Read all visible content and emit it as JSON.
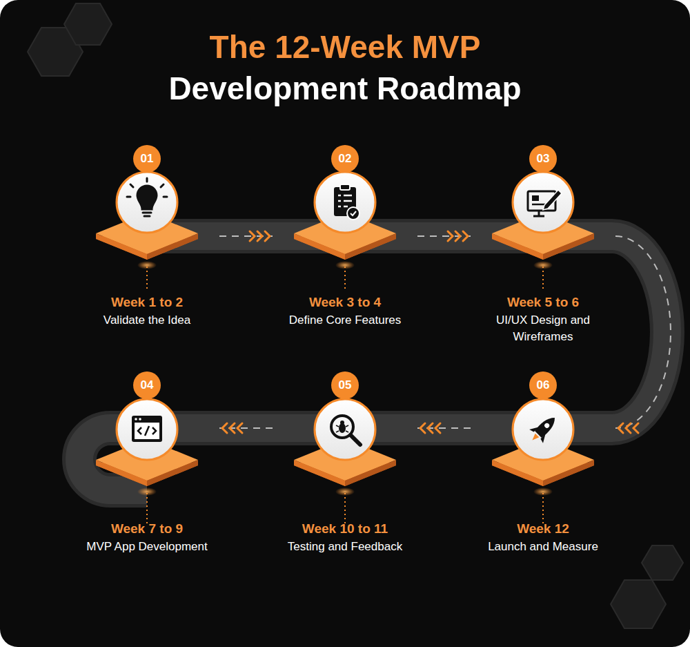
{
  "diagram": {
    "title": "The 12-Week MVP Development Roadmap",
    "nodes": [
      {
        "text": [
          "01",
          "Week 1 to 2",
          "Validate the Idea"
        ]
      },
      {
        "text": [
          "02",
          "Week 3 to 4",
          "Define Core Features"
        ]
      },
      {
        "text": [
          "03",
          "Week 5 to 6",
          "UI/UX Design and Wireframes"
        ]
      },
      {
        "text": [
          "04",
          "Week 7 to 9",
          "MVP App Development"
        ]
      },
      {
        "text": [
          "05",
          "Week 10 to 11",
          "Testing and Feedback"
        ]
      },
      {
        "text": [
          "06",
          "Week 12",
          "Launch and Measure"
        ]
      }
    ],
    "edges": [
      {
        "from": 0,
        "to": 1,
        "arrow": "to"
      },
      {
        "from": 1,
        "to": 2,
        "arrow": "to"
      },
      {
        "from": 2,
        "to": 5,
        "arrow": "to"
      },
      {
        "from": 5,
        "to": 4,
        "arrow": "to"
      },
      {
        "from": 4,
        "to": 3,
        "arrow": "to"
      }
    ]
  }
}
